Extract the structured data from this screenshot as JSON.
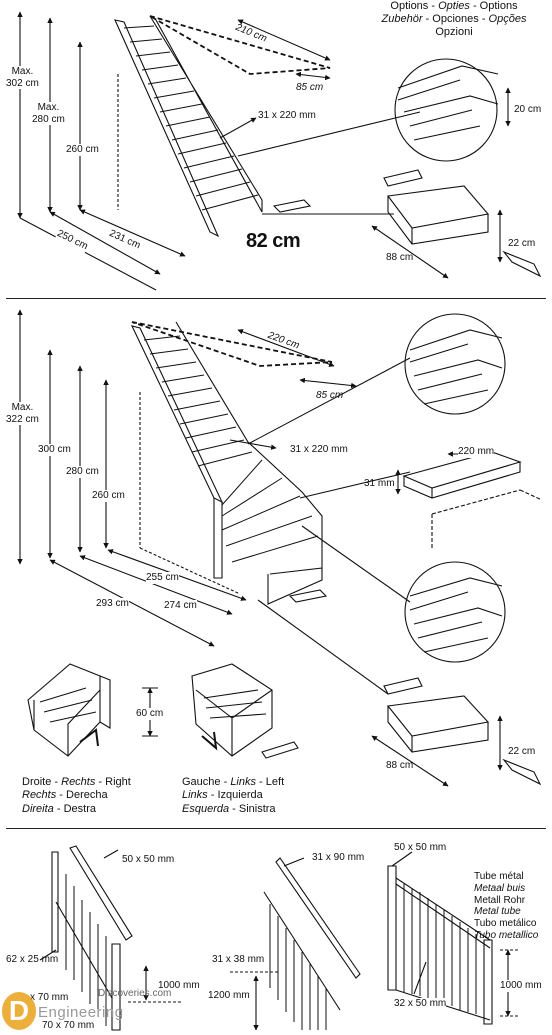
{
  "options": {
    "line1_a": "Options",
    "line1_b": "Opties",
    "line1_c": "Options",
    "line2_a": "Zubehör",
    "line2_b": "Opciones",
    "line2_c": "Opções",
    "line3": "Opzioni"
  },
  "section1": {
    "max302": "Max.\n302 cm",
    "max280": "Max.\n280 cm",
    "h260": "260 cm",
    "d250": "250 cm",
    "d231": "231 cm",
    "w210": "210 cm",
    "w85": "85 cm",
    "tread": "31 x 220 mm",
    "width82": "82 cm",
    "step20": "20 cm",
    "step22": "22 cm",
    "step88": "88 cm"
  },
  "section2": {
    "max322": "Max.\n322 cm",
    "h300": "300 cm",
    "h280": "280 cm",
    "h260": "260 cm",
    "d255": "255 cm",
    "d274": "274 cm",
    "d293": "293 cm",
    "w220": "220 cm",
    "w85": "85 cm",
    "tread": "31 x 220 mm",
    "nose220": "220 mm",
    "nose31": "31 mm",
    "step22": "22 cm",
    "step88": "88 cm",
    "h60": "60 cm"
  },
  "captions": {
    "right1_a": "Droite",
    "right1_b": "Rechts",
    "right1_c": "Right",
    "right2_a": "Rechts",
    "right2_b": "Derecha",
    "right3_a": "Direita",
    "right3_b": "Destra",
    "left1_a": "Gauche",
    "left1_b": "Links",
    "left1_c": "Left",
    "left2_a": "Links",
    "left2_b": "Izquierda",
    "left3_a": "Esquerda",
    "left3_b": "Sinistra"
  },
  "section3": {
    "post50": "50 x 50 mm",
    "rail62": "62 x 25 mm",
    "base70": "70 x 70 mm",
    "base_partial": "x 70 mm",
    "h1000a": "1000 mm",
    "rail31x90": "31 x 90 mm",
    "rail31x38": "31 x 38 mm",
    "h1200": "1200 mm",
    "metal50": "50 x 50 mm",
    "metal32": "32 x 50 mm",
    "h1000b": "1000 mm",
    "metal_names": [
      "Tube métal",
      "Metaal buis",
      "Metall Rohr",
      "Metal tube",
      "Tubo metálico",
      "Tubo metallico"
    ]
  },
  "watermark": {
    "letter": "D",
    "top": "Discoveries.com",
    "bottom": "Engineering"
  }
}
